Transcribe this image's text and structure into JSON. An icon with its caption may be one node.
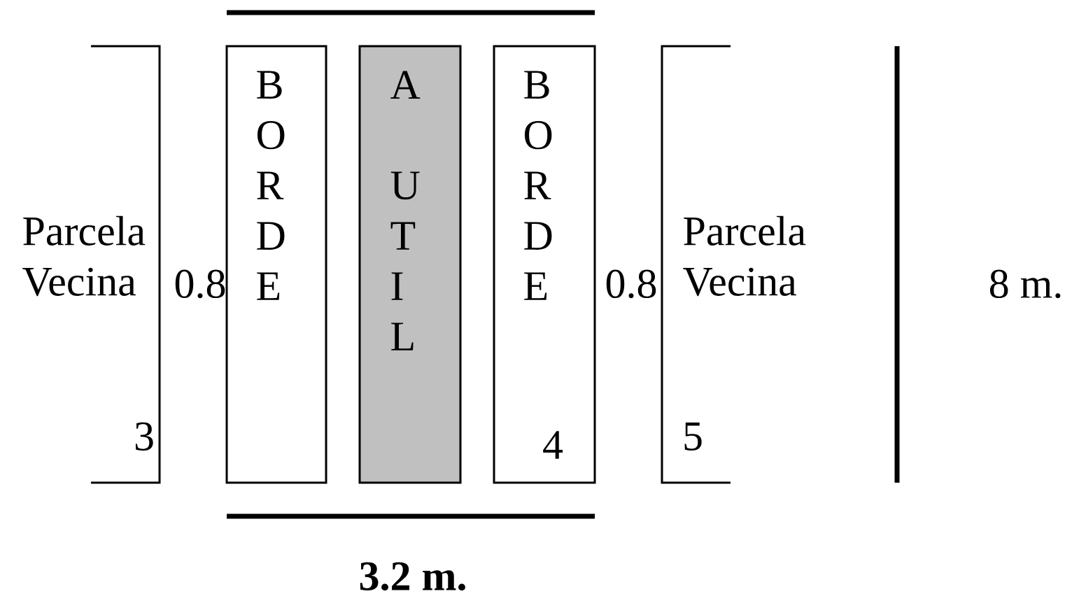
{
  "diagram": {
    "nodes": [
      {
        "text": [
          "Parcela Vecina",
          "3"
        ]
      },
      {
        "text": [
          "B O R D E"
        ]
      },
      {
        "text": [
          "A",
          "U T I L"
        ]
      },
      {
        "text": [
          "B O R D E",
          "4"
        ]
      },
      {
        "text": [
          "Parcela Vecina",
          "5"
        ]
      }
    ],
    "labels": [
      "0.8",
      "0.8",
      "8 m.",
      "3.2 m."
    ]
  }
}
